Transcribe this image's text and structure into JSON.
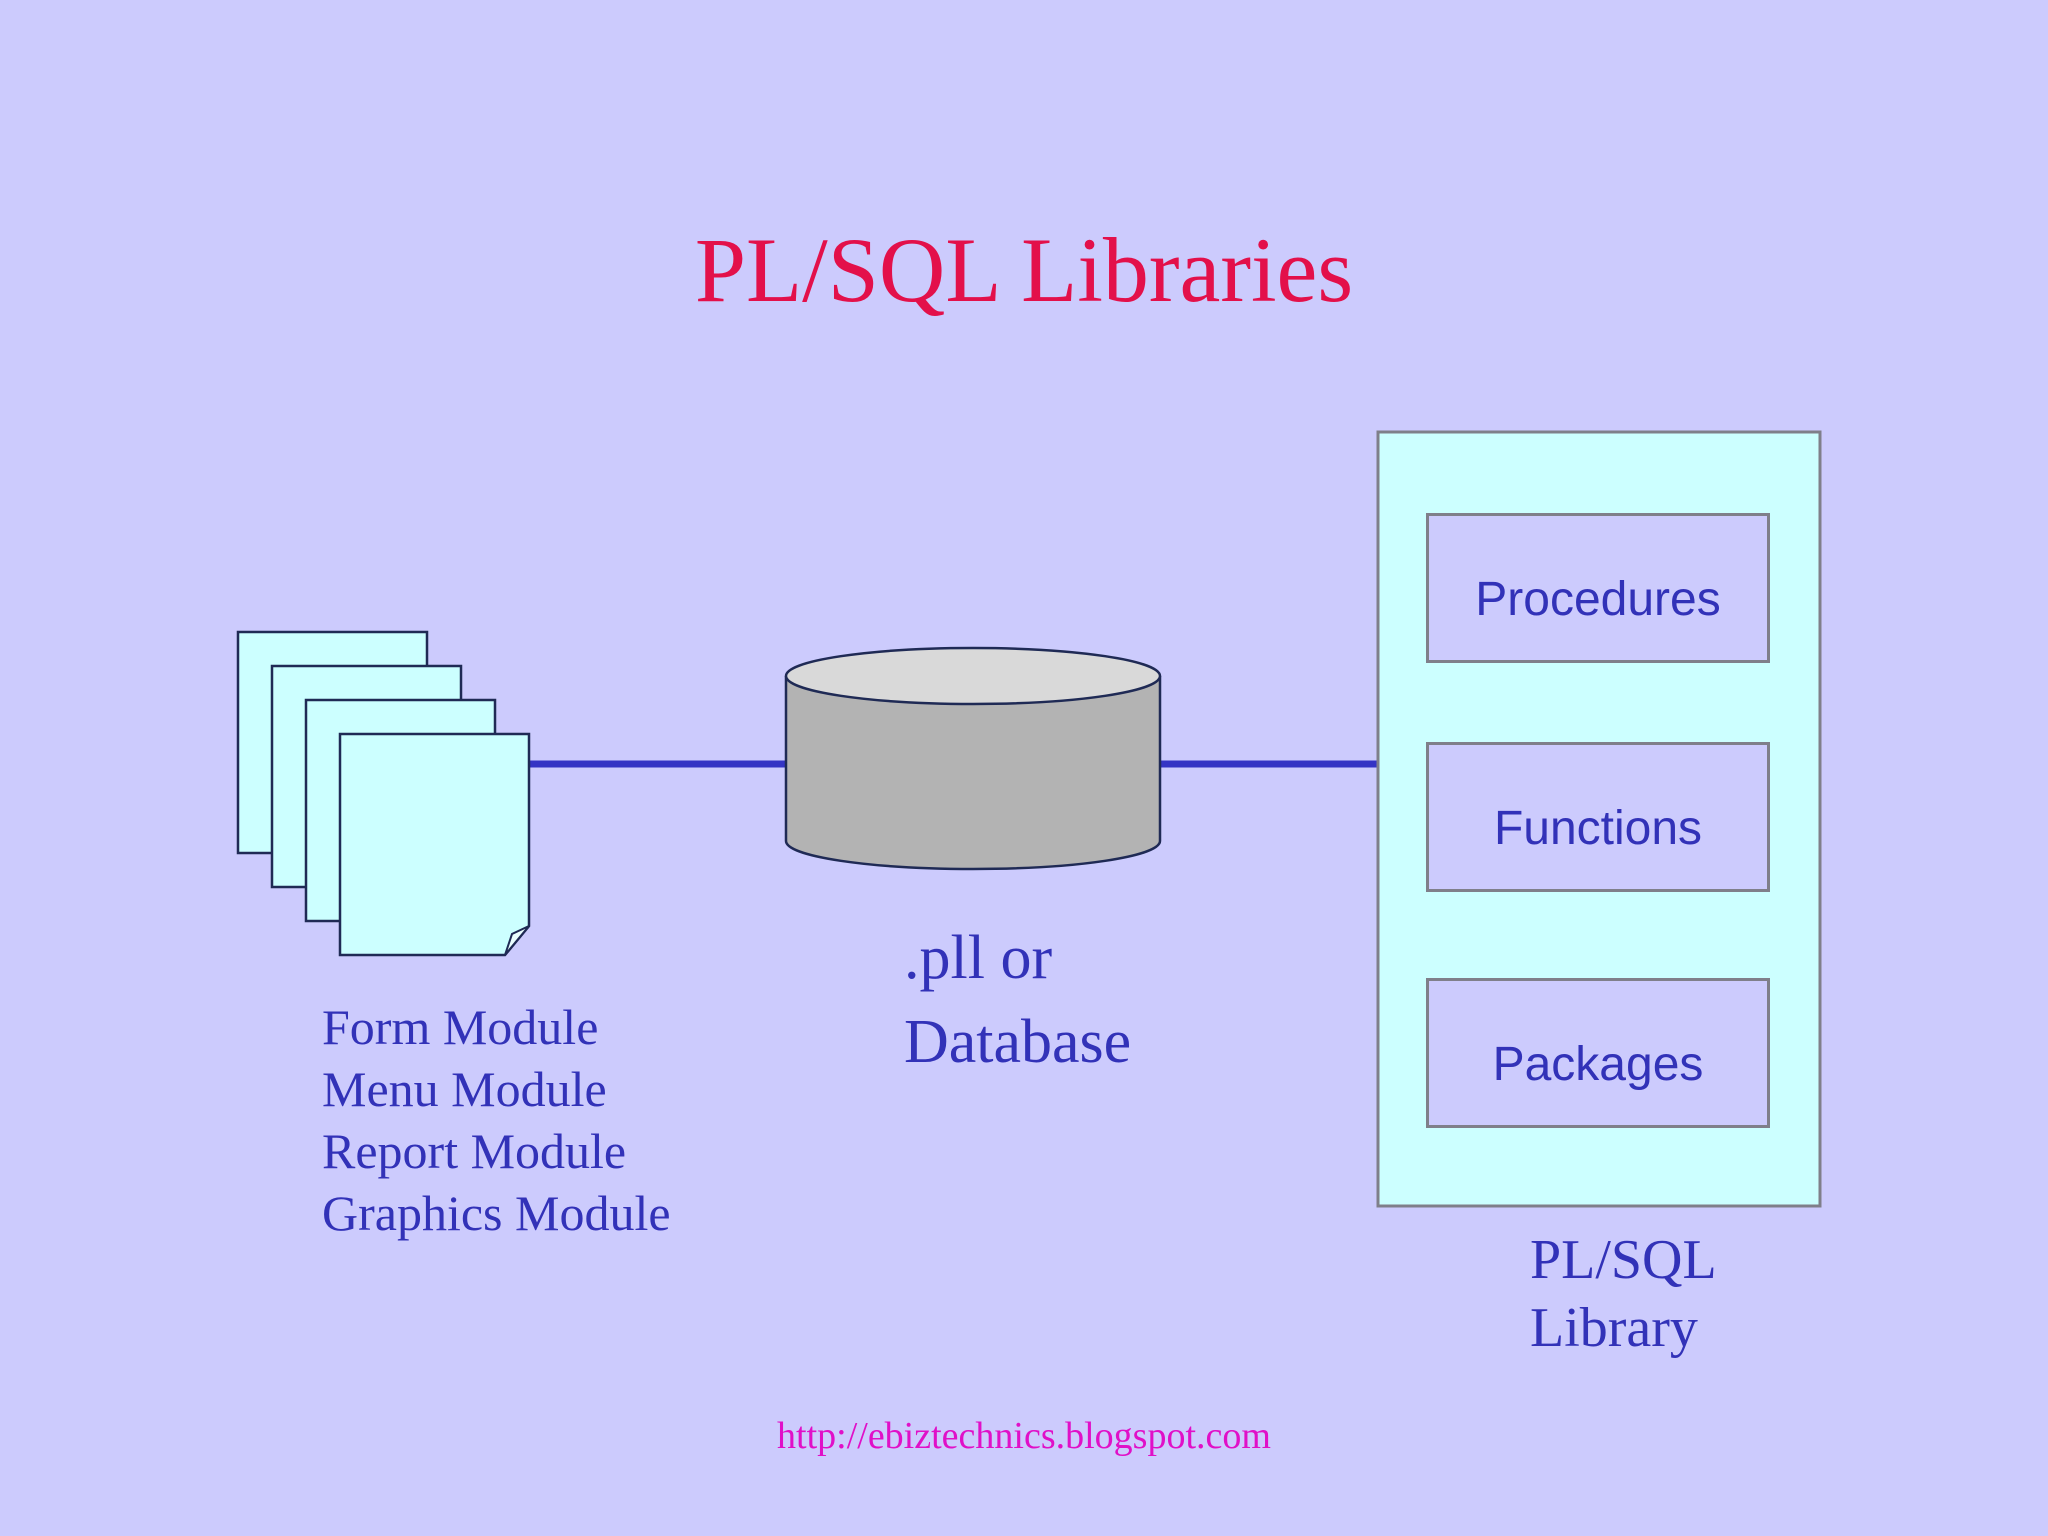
{
  "title": "PL/SQL Libraries",
  "modules": [
    "Form Module",
    "Menu Module",
    "Report Module",
    "Graphics Module"
  ],
  "database_label": {
    "line1": ".pll or",
    "line2": "Database"
  },
  "library": {
    "items": [
      "Procedures",
      "Functions",
      "Packages"
    ],
    "label_line1": "PL/SQL",
    "label_line2": "Library"
  },
  "footer_url": "http://ebiztechnics.blogspot.com",
  "colors": {
    "background": "#cccbfd",
    "title": "#e3104a",
    "text": "#3232b8",
    "connector": "#3434c4",
    "document_fill": "#ccffff",
    "cylinder_fill": "#b3b3b3",
    "footer": "#e010c8"
  }
}
